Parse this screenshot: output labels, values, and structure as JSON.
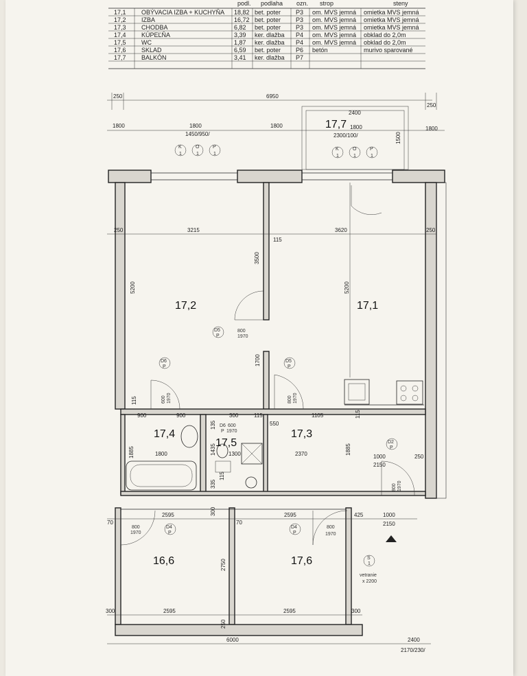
{
  "table": {
    "headers": [
      "podl.",
      "podlaha",
      "ozn.",
      "strop",
      "steny"
    ],
    "rows": [
      {
        "id": "17,1",
        "name": "OBÝVACIA IZBA + KUCHYŇA",
        "area": "18,82",
        "floor": "bet. poter",
        "code": "P3",
        "ceiling": "om. MVS jemná",
        "walls": "omietka MVS jemná"
      },
      {
        "id": "17,2",
        "name": "IZBA",
        "area": "16,72",
        "floor": "bet. poter",
        "code": "P3",
        "ceiling": "om. MVS jemná",
        "walls": "omietka MVS jemná"
      },
      {
        "id": "17,3",
        "name": "CHODBA",
        "area": "6,82",
        "floor": "bet. poter",
        "code": "P3",
        "ceiling": "om. MVS jemná",
        "walls": "omietka MVS jemná"
      },
      {
        "id": "17,4",
        "name": "KÚPEĽŇA",
        "area": "3,39",
        "floor": "ker. dlažba",
        "code": "P4",
        "ceiling": "om. MVS jemná",
        "walls": "obklad do 2,0m"
      },
      {
        "id": "17,5",
        "name": "WC",
        "area": "1,87",
        "floor": "ker. dlažba",
        "code": "P4",
        "ceiling": "om. MVS jemná",
        "walls": "obklad do 2,0m"
      },
      {
        "id": "17,6",
        "name": "SKLAD",
        "area": "6,59",
        "floor": "bet. poter",
        "code": "P6",
        "ceiling": "betón",
        "walls": "murivo sparované"
      },
      {
        "id": "17,7",
        "name": "BALKÓN",
        "area": "3,41",
        "floor": "ker. dlažba",
        "code": "P7",
        "ceiling": "",
        "walls": ""
      }
    ]
  },
  "rooms": {
    "r171": "17,1",
    "r172": "17,2",
    "r173": "17,3",
    "r174": "17,4",
    "r175": "17,5",
    "r166": "16,6",
    "r176": "17,6",
    "r177": "17,7"
  },
  "dims": {
    "d250a": "250",
    "d6950": "6950",
    "d250b": "250",
    "d2400": "2400",
    "d1800a": "1800",
    "d1800b": "1800",
    "d1800c": "1800",
    "d1800d": "1800",
    "d1800e": "1800",
    "w1450": "1450/950/",
    "w2300": "2300/100/",
    "d1500": "1500",
    "d250l": "250",
    "d3215": "3215",
    "d115a": "115",
    "d3620": "3620",
    "d250r": "250",
    "d3500": "3500",
    "d5200a": "5200",
    "d5200b": "5200",
    "d1700": "1700",
    "d115b": "115",
    "d900a": "900",
    "d900b": "900",
    "d300a": "300",
    "d115c": "115",
    "d550": "550",
    "d1105": "1105",
    "d115d": "115",
    "d1885a": "1885",
    "d1800f": "1800",
    "d135": "135",
    "d1435": "1435",
    "d1300": "1300",
    "d2370": "2370",
    "d1885b": "1885",
    "d1000a": "1000",
    "d2150a": "2150",
    "d250c": "250",
    "d335": "335",
    "d115e": "115",
    "d300b": "300",
    "d2595a": "2595",
    "d2595b": "2595",
    "d425": "425",
    "d1000b": "1000",
    "d2150b": "2150",
    "d70a": "70",
    "d70b": "70",
    "d2750": "2750",
    "d300c": "300",
    "d2595c": "2595",
    "d2595d": "2595",
    "d300d": "300",
    "d6000": "6000",
    "d2400b": "2400",
    "w2170": "2170/230/",
    "d250d": "250"
  },
  "doors": {
    "d800a": "800",
    "d1970a": "1970",
    "d600a": "600",
    "d1970b": "1970",
    "d800b": "800",
    "d1970c": "1970",
    "d600b": "600",
    "d1970d": "1970",
    "d800c": "800",
    "d1970e": "1970",
    "d800d": "800",
    "d1970f": "1970",
    "d800e": "800",
    "d1970g": "1970"
  },
  "tags": {
    "D5a": "D5",
    "D5b": "D5",
    "D6a": "D6",
    "D6b": "D6",
    "D2": "D2",
    "D4a": "D4",
    "D4b": "D4",
    "P": "P",
    "K": "K",
    "O": "O",
    "S": "S",
    "one": "1"
  },
  "notes": {
    "vetranie": "vetranie",
    "vetranie_size": "x 2200"
  }
}
